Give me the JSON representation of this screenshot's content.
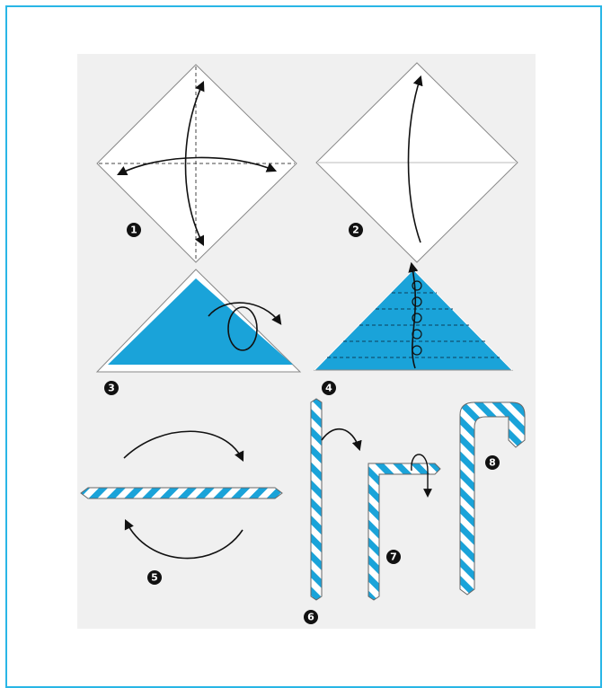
{
  "steps": [
    {
      "number": "1"
    },
    {
      "number": "2"
    },
    {
      "number": "3"
    },
    {
      "number": "4"
    },
    {
      "number": "5"
    },
    {
      "number": "6"
    },
    {
      "number": "7"
    },
    {
      "number": "8"
    }
  ],
  "colors": {
    "frame": "#29b6e6",
    "paper_blue": "#1aa3d9",
    "panel_bg": "#f0f0f0",
    "line": "#111111"
  }
}
